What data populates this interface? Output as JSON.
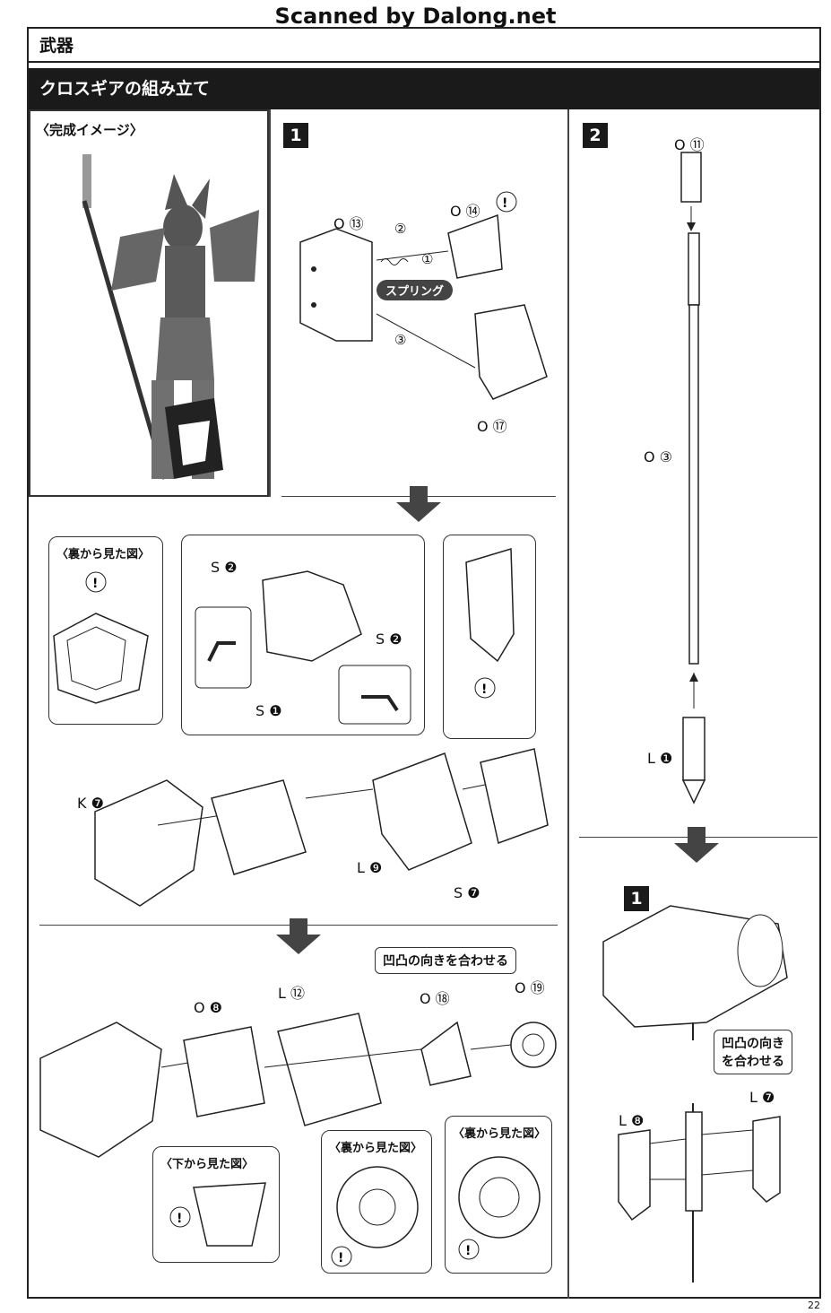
{
  "watermark": "Scanned by Dalong.net",
  "section_title": "武器",
  "subsection_title": "クロスギアの組み立て",
  "completed_image_caption": "〈完成イメージ〉",
  "steps": {
    "step1": "1",
    "step2": "2",
    "step3": "1"
  },
  "labels": {
    "o13": "O ⑬",
    "o14": "O ⑭",
    "o17": "O ⑰",
    "o11": "O ⑪",
    "o3": "O ③",
    "l1": "L ❶",
    "s2a": "S ❷",
    "s2b": "S ❷",
    "s1": "S ❶",
    "k7": "K ❼",
    "l9": "L ❾",
    "s7": "S ❼",
    "o8": "O ❽",
    "l12": "L ⑫",
    "o18": "O ⑱",
    "o19": "O ⑲",
    "l8": "L ❽",
    "l7": "L ❼"
  },
  "spring_label": "スプリング",
  "back_view_1": "〈裏から見た図〉",
  "back_view_2": "〈裏から見た図〉",
  "back_view_3": "〈裏から見た図〉",
  "bottom_view": "〈下から見た図〉",
  "align_note_1": "凹凸の向きを合わせる",
  "align_note_2a": "凹凸の向き",
  "align_note_2b": "を合わせる",
  "order_marks": [
    "①",
    "②",
    "③"
  ],
  "page_number": "22",
  "colors": {
    "header_bg": "#1a1a1a",
    "line": "#333333"
  }
}
